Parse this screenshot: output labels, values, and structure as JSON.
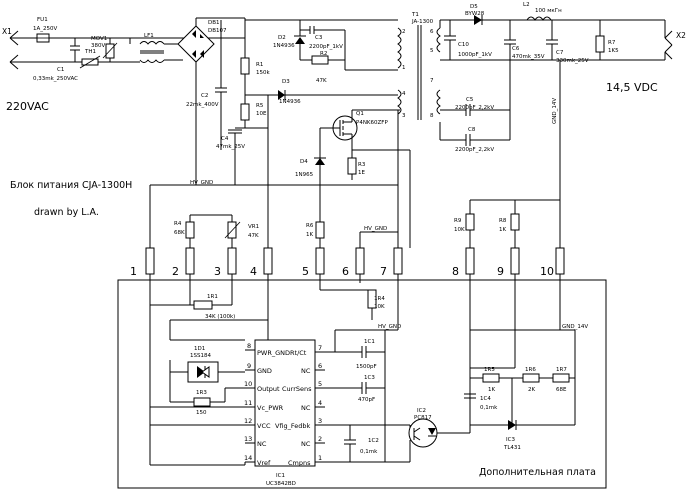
{
  "diagram": {
    "title": "Блок питания CJA-1300H",
    "author": "drawn by L.A.",
    "input_voltage": "220VAC",
    "output_voltage": "14,5 VDC",
    "board_caption": "Дополнительная плата",
    "connector_left": "X1",
    "connector_right": "X2",
    "nets": {
      "hv_gnd": "HV_GND",
      "gnd_14v": "GND_14V"
    },
    "header_pins": [
      "1",
      "2",
      "3",
      "4",
      "5",
      "6",
      "7",
      "8",
      "9",
      "10"
    ],
    "components": {
      "FU1": {
        "ref": "FU1",
        "value": "1A_250V"
      },
      "C1": {
        "ref": "C1",
        "value": "0,33mk_250VAC"
      },
      "MOV1": {
        "ref": "MOV1",
        "value": "380V"
      },
      "TH1": {
        "ref": "TH1"
      },
      "LF1": {
        "ref": "LF1"
      },
      "DB1": {
        "ref": "DB1",
        "value": "DB107"
      },
      "R1": {
        "ref": "R1",
        "value": "150k"
      },
      "C2": {
        "ref": "C2",
        "value": "22mk_400V"
      },
      "R5": {
        "ref": "R5",
        "value": "10E"
      },
      "C4": {
        "ref": "C4",
        "value": "47mk_25V"
      },
      "D2": {
        "ref": "D2",
        "value": "1N4936"
      },
      "C3": {
        "ref": "C3",
        "value": "2200pF_1kV"
      },
      "R2": {
        "ref": "R2",
        "value": "47K"
      },
      "D3": {
        "ref": "D3",
        "value": "1N4936"
      },
      "Q1": {
        "ref": "Q1",
        "value": "P4NK60ZFP"
      },
      "D4": {
        "ref": "D4",
        "value": "1N965"
      },
      "R3": {
        "ref": "R3",
        "value": "1E"
      },
      "T1": {
        "ref": "T1",
        "value": "JA-1300"
      },
      "D5": {
        "ref": "D5",
        "value": "BYW28"
      },
      "L2": {
        "ref": "L2",
        "value": "100 мкГн"
      },
      "C10": {
        "ref": "C10",
        "value": "1000pF_1kV"
      },
      "C6": {
        "ref": "C6",
        "value": "470mk_35V"
      },
      "C7": {
        "ref": "C7",
        "value": "330mk_25V"
      },
      "R7": {
        "ref": "R7",
        "value": "1K5"
      },
      "C5": {
        "ref": "C5",
        "value": "2200pF_2,2kV"
      },
      "C8": {
        "ref": "C8",
        "value": "2200pF_2,2kV"
      },
      "R4": {
        "ref": "R4",
        "value": "68K"
      },
      "VR1": {
        "ref": "VR1",
        "value": "47K"
      },
      "R6": {
        "ref": "R6",
        "value": "1K"
      },
      "R9": {
        "ref": "R9",
        "value": "10K"
      },
      "R8": {
        "ref": "R8",
        "value": "1K"
      },
      "1R1": {
        "ref": "1R1",
        "value": "34K (100k)"
      },
      "1R4": {
        "ref": "1R4",
        "value": "10K"
      },
      "1D1": {
        "ref": "1D1",
        "value": "1SS184"
      },
      "1R3": {
        "ref": "1R3",
        "value": "150"
      },
      "1C1": {
        "ref": "1C1",
        "value": "1500pF"
      },
      "1C3": {
        "ref": "1C3",
        "value": "470pF"
      },
      "1C2": {
        "ref": "1C2",
        "value": "0,1mk"
      },
      "IC1": {
        "ref": "IC1",
        "value": "UC3842BD"
      },
      "IC2": {
        "ref": "IC2",
        "value": "PC817"
      },
      "1R5": {
        "ref": "1R5",
        "value": "1K"
      },
      "1R6": {
        "ref": "1R6",
        "value": "2K"
      },
      "1R7": {
        "ref": "1R7",
        "value": "68E"
      },
      "1C4": {
        "ref": "1C4",
        "value": "0,1mk"
      },
      "IC3": {
        "ref": "IC3",
        "value": "TL431"
      }
    },
    "ic1_pins_left": [
      {
        "num": "8",
        "name": "PWR_GND"
      },
      {
        "num": "9",
        "name": "GND"
      },
      {
        "num": "10",
        "name": "Output"
      },
      {
        "num": "11",
        "name": "Vc_PWR"
      },
      {
        "num": "12",
        "name": "VCC"
      },
      {
        "num": "13",
        "name": "NC"
      },
      {
        "num": "14",
        "name": "Vref"
      }
    ],
    "ic1_pins_right": [
      {
        "num": "7",
        "name": "Rt/Ct"
      },
      {
        "num": "6",
        "name": "NC"
      },
      {
        "num": "5",
        "name": "CurrSens"
      },
      {
        "num": "4",
        "name": "NC"
      },
      {
        "num": "3",
        "name": "Vfig_Fedbk"
      },
      {
        "num": "2",
        "name": "NC"
      },
      {
        "num": "1",
        "name": "Cmpns"
      }
    ],
    "transformer_pins": [
      "2",
      "1",
      "4",
      "3",
      "6",
      "5",
      "7",
      "8"
    ]
  }
}
